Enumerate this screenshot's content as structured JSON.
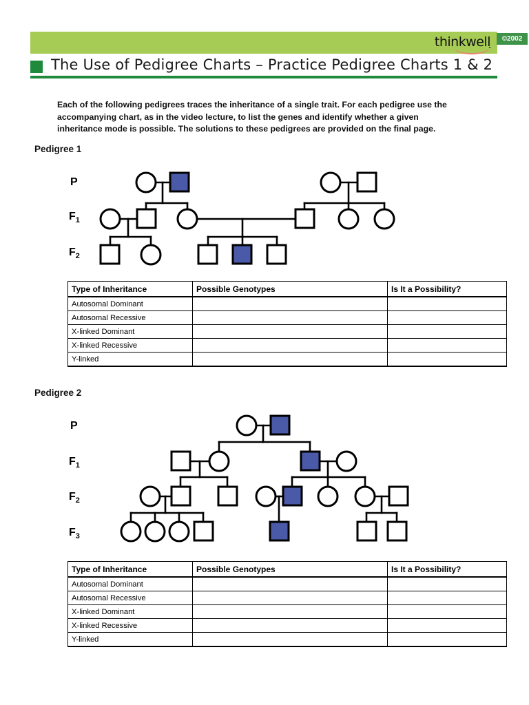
{
  "header": {
    "logo_text": "thinkwell",
    "copyright": "©2002",
    "title": "The Use of Pedigree Charts – Practice Pedigree Charts 1 & 2",
    "band_color": "#a6cc55",
    "accent_color": "#1f8a3c",
    "badge_color": "#3f9349"
  },
  "intro": {
    "text": "Each of the following pedigrees traces the inheritance of a single trait. For each pedigree use the accompanying chart, as in the video lecture, to list the genes and identify whether a given inheritance mode is possible. The solutions to these pedigrees are provided on the final page."
  },
  "pedigree_1": {
    "heading": "Pedigree 1",
    "generations": [
      "P",
      "F1",
      "F2"
    ],
    "generation_labels": [
      {
        "text": "P",
        "sub": ""
      },
      {
        "text": "F",
        "sub": "1"
      },
      {
        "text": "F",
        "sub": "2"
      }
    ],
    "affected_color": "#4a5aa8",
    "unaffected_color": "#ffffff",
    "stroke_color": "#000000",
    "individuals": [
      {
        "id": "p1",
        "gen": "P",
        "sex": "female",
        "affected": false
      },
      {
        "id": "p2",
        "gen": "P",
        "sex": "male",
        "affected": true
      },
      {
        "id": "p3",
        "gen": "P",
        "sex": "female",
        "affected": false
      },
      {
        "id": "p4",
        "gen": "P",
        "sex": "male",
        "affected": false
      },
      {
        "id": "f1a",
        "gen": "F1",
        "sex": "female",
        "affected": false
      },
      {
        "id": "f1b",
        "gen": "F1",
        "sex": "male",
        "affected": false
      },
      {
        "id": "f1c",
        "gen": "F1",
        "sex": "female",
        "affected": false
      },
      {
        "id": "f1d",
        "gen": "F1",
        "sex": "male",
        "affected": false
      },
      {
        "id": "f1e",
        "gen": "F1",
        "sex": "female",
        "affected": false
      },
      {
        "id": "f1f",
        "gen": "F1",
        "sex": "female",
        "affected": false
      },
      {
        "id": "f2a",
        "gen": "F2",
        "sex": "male",
        "affected": false
      },
      {
        "id": "f2b",
        "gen": "F2",
        "sex": "female",
        "affected": false
      },
      {
        "id": "f2c",
        "gen": "F2",
        "sex": "male",
        "affected": false
      },
      {
        "id": "f2d",
        "gen": "F2",
        "sex": "male",
        "affected": true
      },
      {
        "id": "f2e",
        "gen": "F2",
        "sex": "male",
        "affected": false
      }
    ]
  },
  "pedigree_2": {
    "heading": "Pedigree 2",
    "generations": [
      "P",
      "F1",
      "F2",
      "F3"
    ],
    "generation_labels": [
      {
        "text": "P",
        "sub": ""
      },
      {
        "text": "F",
        "sub": "1"
      },
      {
        "text": "F",
        "sub": "2"
      },
      {
        "text": "F",
        "sub": "3"
      }
    ],
    "affected_color": "#4a5aa8",
    "unaffected_color": "#ffffff",
    "stroke_color": "#000000",
    "individuals": [
      {
        "id": "p1",
        "gen": "P",
        "sex": "female",
        "affected": false
      },
      {
        "id": "p2",
        "gen": "P",
        "sex": "male",
        "affected": true
      },
      {
        "id": "f1a",
        "gen": "F1",
        "sex": "male",
        "affected": false
      },
      {
        "id": "f1b",
        "gen": "F1",
        "sex": "female",
        "affected": false
      },
      {
        "id": "f1c",
        "gen": "F1",
        "sex": "male",
        "affected": true
      },
      {
        "id": "f1d",
        "gen": "F1",
        "sex": "female",
        "affected": false
      },
      {
        "id": "f2a",
        "gen": "F2",
        "sex": "female",
        "affected": false
      },
      {
        "id": "f2b",
        "gen": "F2",
        "sex": "male",
        "affected": false
      },
      {
        "id": "f2c",
        "gen": "F2",
        "sex": "male",
        "affected": false
      },
      {
        "id": "f2d",
        "gen": "F2",
        "sex": "female",
        "affected": false
      },
      {
        "id": "f2e",
        "gen": "F2",
        "sex": "male",
        "affected": true
      },
      {
        "id": "f2f",
        "gen": "F2",
        "sex": "female",
        "affected": false
      },
      {
        "id": "f2g",
        "gen": "F2",
        "sex": "female",
        "affected": false
      },
      {
        "id": "f2h",
        "gen": "F2",
        "sex": "male",
        "affected": false
      },
      {
        "id": "f3a",
        "gen": "F3",
        "sex": "female",
        "affected": false
      },
      {
        "id": "f3b",
        "gen": "F3",
        "sex": "female",
        "affected": false
      },
      {
        "id": "f3c",
        "gen": "F3",
        "sex": "female",
        "affected": false
      },
      {
        "id": "f3d",
        "gen": "F3",
        "sex": "male",
        "affected": false
      },
      {
        "id": "f3e",
        "gen": "F3",
        "sex": "male",
        "affected": true
      },
      {
        "id": "f3f",
        "gen": "F3",
        "sex": "male",
        "affected": false
      },
      {
        "id": "f3g",
        "gen": "F3",
        "sex": "male",
        "affected": false
      }
    ]
  },
  "table": {
    "columns": [
      "Type of Inheritance",
      "Possible Genotypes",
      "Is It a Possibility?"
    ],
    "rows": [
      {
        "type": "Autosomal Dominant",
        "genotypes": "",
        "possibility": ""
      },
      {
        "type": "Autosomal Recessive",
        "genotypes": "",
        "possibility": ""
      },
      {
        "type": "X-linked Dominant",
        "genotypes": "",
        "possibility": ""
      },
      {
        "type": "X-linked Recessive",
        "genotypes": "",
        "possibility": ""
      },
      {
        "type": "Y-linked",
        "genotypes": "",
        "possibility": ""
      }
    ]
  }
}
